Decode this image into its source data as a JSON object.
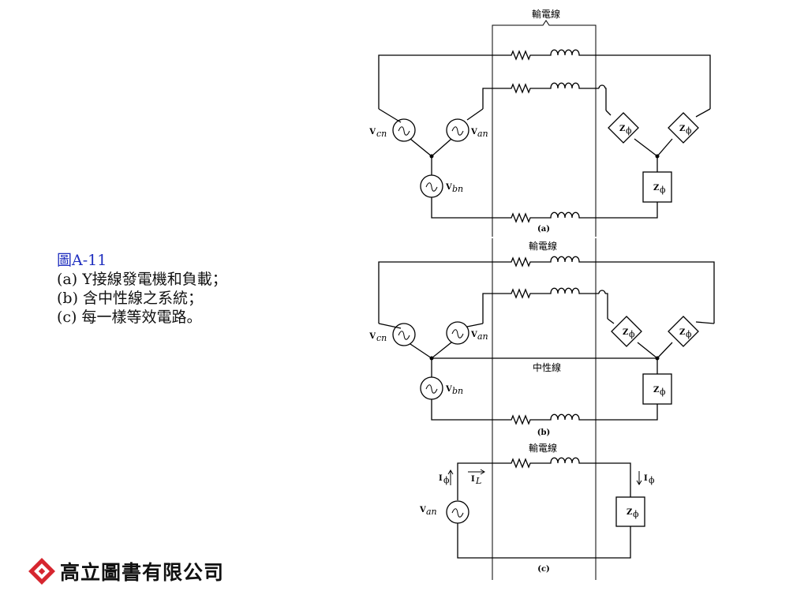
{
  "caption": {
    "title": "圖A-11",
    "line_a": "(a) Y接線發電機和負載；",
    "line_b": "(b) 含中性線之系統；",
    "line_c": "(c) 每一樣等效電路。"
  },
  "logo": {
    "text": "高立圖書有限公司",
    "color": "#d6262f"
  },
  "diagram": {
    "line_label": "輸電線",
    "neutral_label": "中性線",
    "panel_a": "(a)",
    "panel_b": "(b)",
    "panel_c": "(c)",
    "v_cn": "V",
    "v_cn_sub": "cn",
    "v_an": "V",
    "v_an_sub": "an",
    "v_bn": "V",
    "v_bn_sub": "bn",
    "z": "Z",
    "z_sub": "ϕ",
    "i_phi": "I",
    "i_phi_sub": "ϕ",
    "i_l": "I",
    "i_l_sub": "L"
  }
}
